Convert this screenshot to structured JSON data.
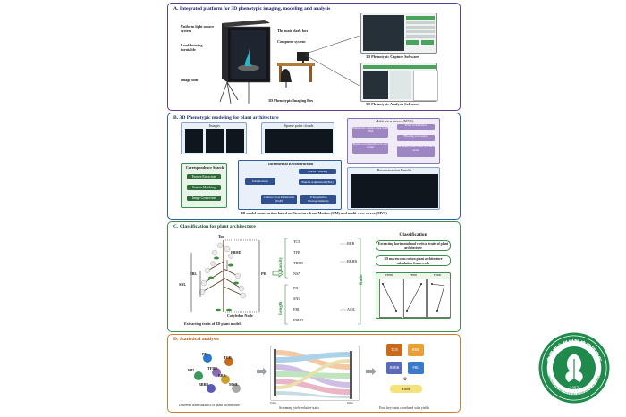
{
  "panelA": {
    "title": "A.  Integrated platform for 3D phenotypic imaging, modeling and analysis",
    "light_source": "Uniform light source system",
    "turntable": "Load-bearing turntable",
    "image_unit": "Image unit",
    "dark_box": "The main dark box",
    "computer": "Computer system",
    "imaging_box": "3D Phenotypic Imaging Box",
    "capture_sw": "3D Phenotypic Capture Software",
    "analysis_sw": "3D Phenotypic Analysis Software"
  },
  "panelB": {
    "title": "B.  3D Phenotypic modeling for plant architecture",
    "images": "Images",
    "sparse": "Sparse point clouds",
    "correspondence": "Correspondence Search",
    "feature_extraction": "Feature Extraction",
    "feature_matching": "Feature Matching",
    "image_connection": "Image Connection",
    "incremental": "Incremental Reconstruction",
    "initialization": "Initialization",
    "tracks": "Tracks Filtering",
    "bundle": "Bundle Adjustment (BA)",
    "pose": "Camera Pose Estimation (PnP)",
    "triangulation": "Triangulation Photogrammetry",
    "mvs": "Multi-view stereo (MVS)",
    "mvs_items": [
      "Obtain the camera pose from SfM",
      "Dense reconstruction of one scene",
      "Point cloud fusion",
      "Filtering processing",
      "3D dense point cloud of cotton plant"
    ],
    "results": "Reconstruction Results",
    "caption": "3D model construction based on Structure from Motion (SfM) and multi-view stereo (MVS)"
  },
  "panelC": {
    "title": "C.  Classification for plant architecture",
    "top": "Top",
    "fbhd": "FBHD",
    "fbl": "FBL",
    "snl": "SNL",
    "ph": "PH",
    "cotyledon": "Cotyledon Node",
    "extract": "Extracting traits of 3D plant models",
    "quantity": "Quantity",
    "length": "Length",
    "ratio": "Ratio",
    "qty_items": [
      "TCB",
      "TFB",
      "TBBR",
      "NSN"
    ],
    "len_items": [
      "PH",
      "SNL",
      "FBL",
      "FBHD"
    ],
    "ratio_items": [
      "BBR",
      "BBBR",
      "ASIL"
    ],
    "classification": "Classification",
    "cls1": "Extracting horizontal and vertical traits of plant architecture",
    "cls2": "3D macrocosm cotton plant architecture calculation framework",
    "mini": [
      "FBHD",
      "FBHD",
      "FBHD"
    ]
  },
  "panelD": {
    "title": "D.  Statistical analysis",
    "nodes": [
      "PH",
      "TCB",
      "TFBB",
      "FBL",
      "BBR",
      "BBBR",
      "MSIL"
    ],
    "key": [
      "TCB",
      "BBR",
      "BBBR",
      "FBL"
    ],
    "yields": "Yields",
    "cap1": "Different traits statistics of plant architecture",
    "cap2": "Screening yield-relative traits",
    "cap3": "Four key traits correlated with yields",
    "sankey_left": "Traits",
    "sankey_right": "Index"
  },
  "seal": {
    "cn": "中国农业科学院棉花研究所",
    "en": "INSTITUTE OF COTTON RESEARCH OF CAAS",
    "year": "1957"
  },
  "colors": {
    "frameA": "#5a3f8c",
    "frameB": "#2f5fa8",
    "frameC": "#3a8f4a",
    "frameD": "#d67a2a",
    "seal": "#1f8a4c"
  }
}
